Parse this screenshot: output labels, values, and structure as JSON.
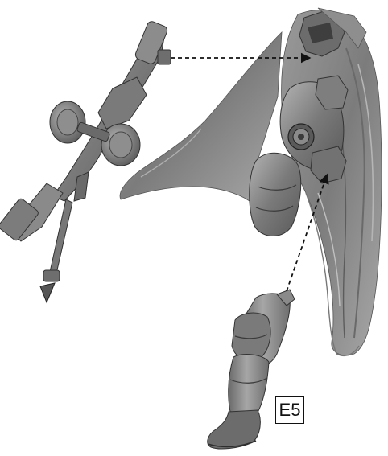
{
  "diagram": {
    "part_label": "E5",
    "parts": [
      {
        "name": "rifle",
        "role": "weapon"
      },
      {
        "name": "cloak-torso",
        "role": "body"
      },
      {
        "name": "leg",
        "role": "limb"
      }
    ],
    "assembly_steps": [
      {
        "from": "rifle",
        "to": "cloak-torso",
        "style": "dashed-arrow"
      },
      {
        "from": "leg",
        "to": "cloak-torso",
        "style": "dashed-arrow"
      }
    ],
    "colors": {
      "background": "#ffffff",
      "part_fill": "#8a8a8a",
      "part_dark": "#4a4a4a",
      "part_light": "#c8c8c8",
      "arrow": "#111111"
    }
  }
}
